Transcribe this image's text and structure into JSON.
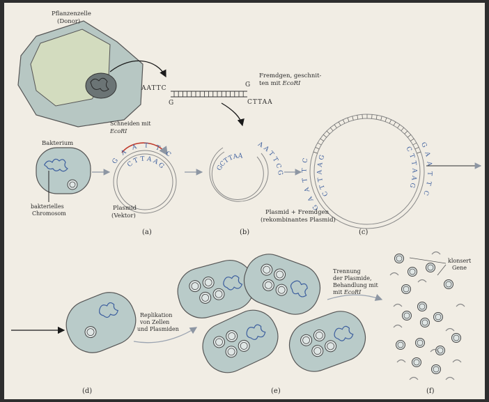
{
  "labels": {
    "donor_line1": "Pflanzenzelle",
    "donor_line2": "(Donor)",
    "foreign_gene_line1": "Fremdgen, geschnit-",
    "foreign_gene_line2_prefix": "ten mit ",
    "enzyme": "EcoRI",
    "seq_top": "AATTC",
    "seq_top_g": "G",
    "seq_bottom_g": "G",
    "seq_bottom": "CTTAA",
    "bacterium": "Bakterium",
    "chromosome_line1": "bakterielles",
    "chromosome_line2": "Chromosom",
    "cut_line1": "Schneiden mit",
    "plasmid_line1": "Plasmid",
    "plasmid_line2": "(Vektor)",
    "recomb_line1": "Plasmid + Fremdgen",
    "recomb_line2": "(rekombinantes Plasmid)",
    "replication_line1": "Replikation",
    "replication_line2": "von Zellen",
    "replication_line3": "und Plasmiden",
    "separation_line1": "Trennung",
    "separation_line2": "der Plasmide,",
    "separation_line3": "Behandlung mit",
    "separation_line4_prefix": "mit ",
    "cloned_line1": "klonsert",
    "cloned_line2": "Gene"
  },
  "plasmid_letters": {
    "a_top": [
      "G",
      "A",
      "A",
      "T",
      "T",
      "C"
    ],
    "a_inner": [
      "C",
      "T",
      "T",
      "A",
      "A",
      "G"
    ],
    "b_left": [
      "G",
      "C",
      "T",
      "T",
      "A",
      "A"
    ],
    "b_right": [
      "A",
      "A",
      "T",
      "T",
      "C",
      "G"
    ],
    "c_left_outer": [
      "G",
      "A",
      "A",
      "T",
      "T",
      "C"
    ],
    "c_left_inner": [
      "C",
      "T",
      "T",
      "A",
      "A",
      "G"
    ],
    "c_right_outer": [
      "G",
      "A",
      "A",
      "T",
      "T",
      "C"
    ],
    "c_right_inner": [
      "C",
      "T",
      "T",
      "A",
      "A",
      "G"
    ]
  },
  "panels": [
    "(a)",
    "(b)",
    "(c)",
    "(d)",
    "(e)",
    "(f)"
  ],
  "colors": {
    "page": "#f1ede4",
    "cell_fill": "#b9cbc9",
    "nucleus_fill": "#d5dec1",
    "dna_blue": "#3d5f9e",
    "cut_red": "#c0392b",
    "arrow_gray": "#9aa3b0"
  }
}
